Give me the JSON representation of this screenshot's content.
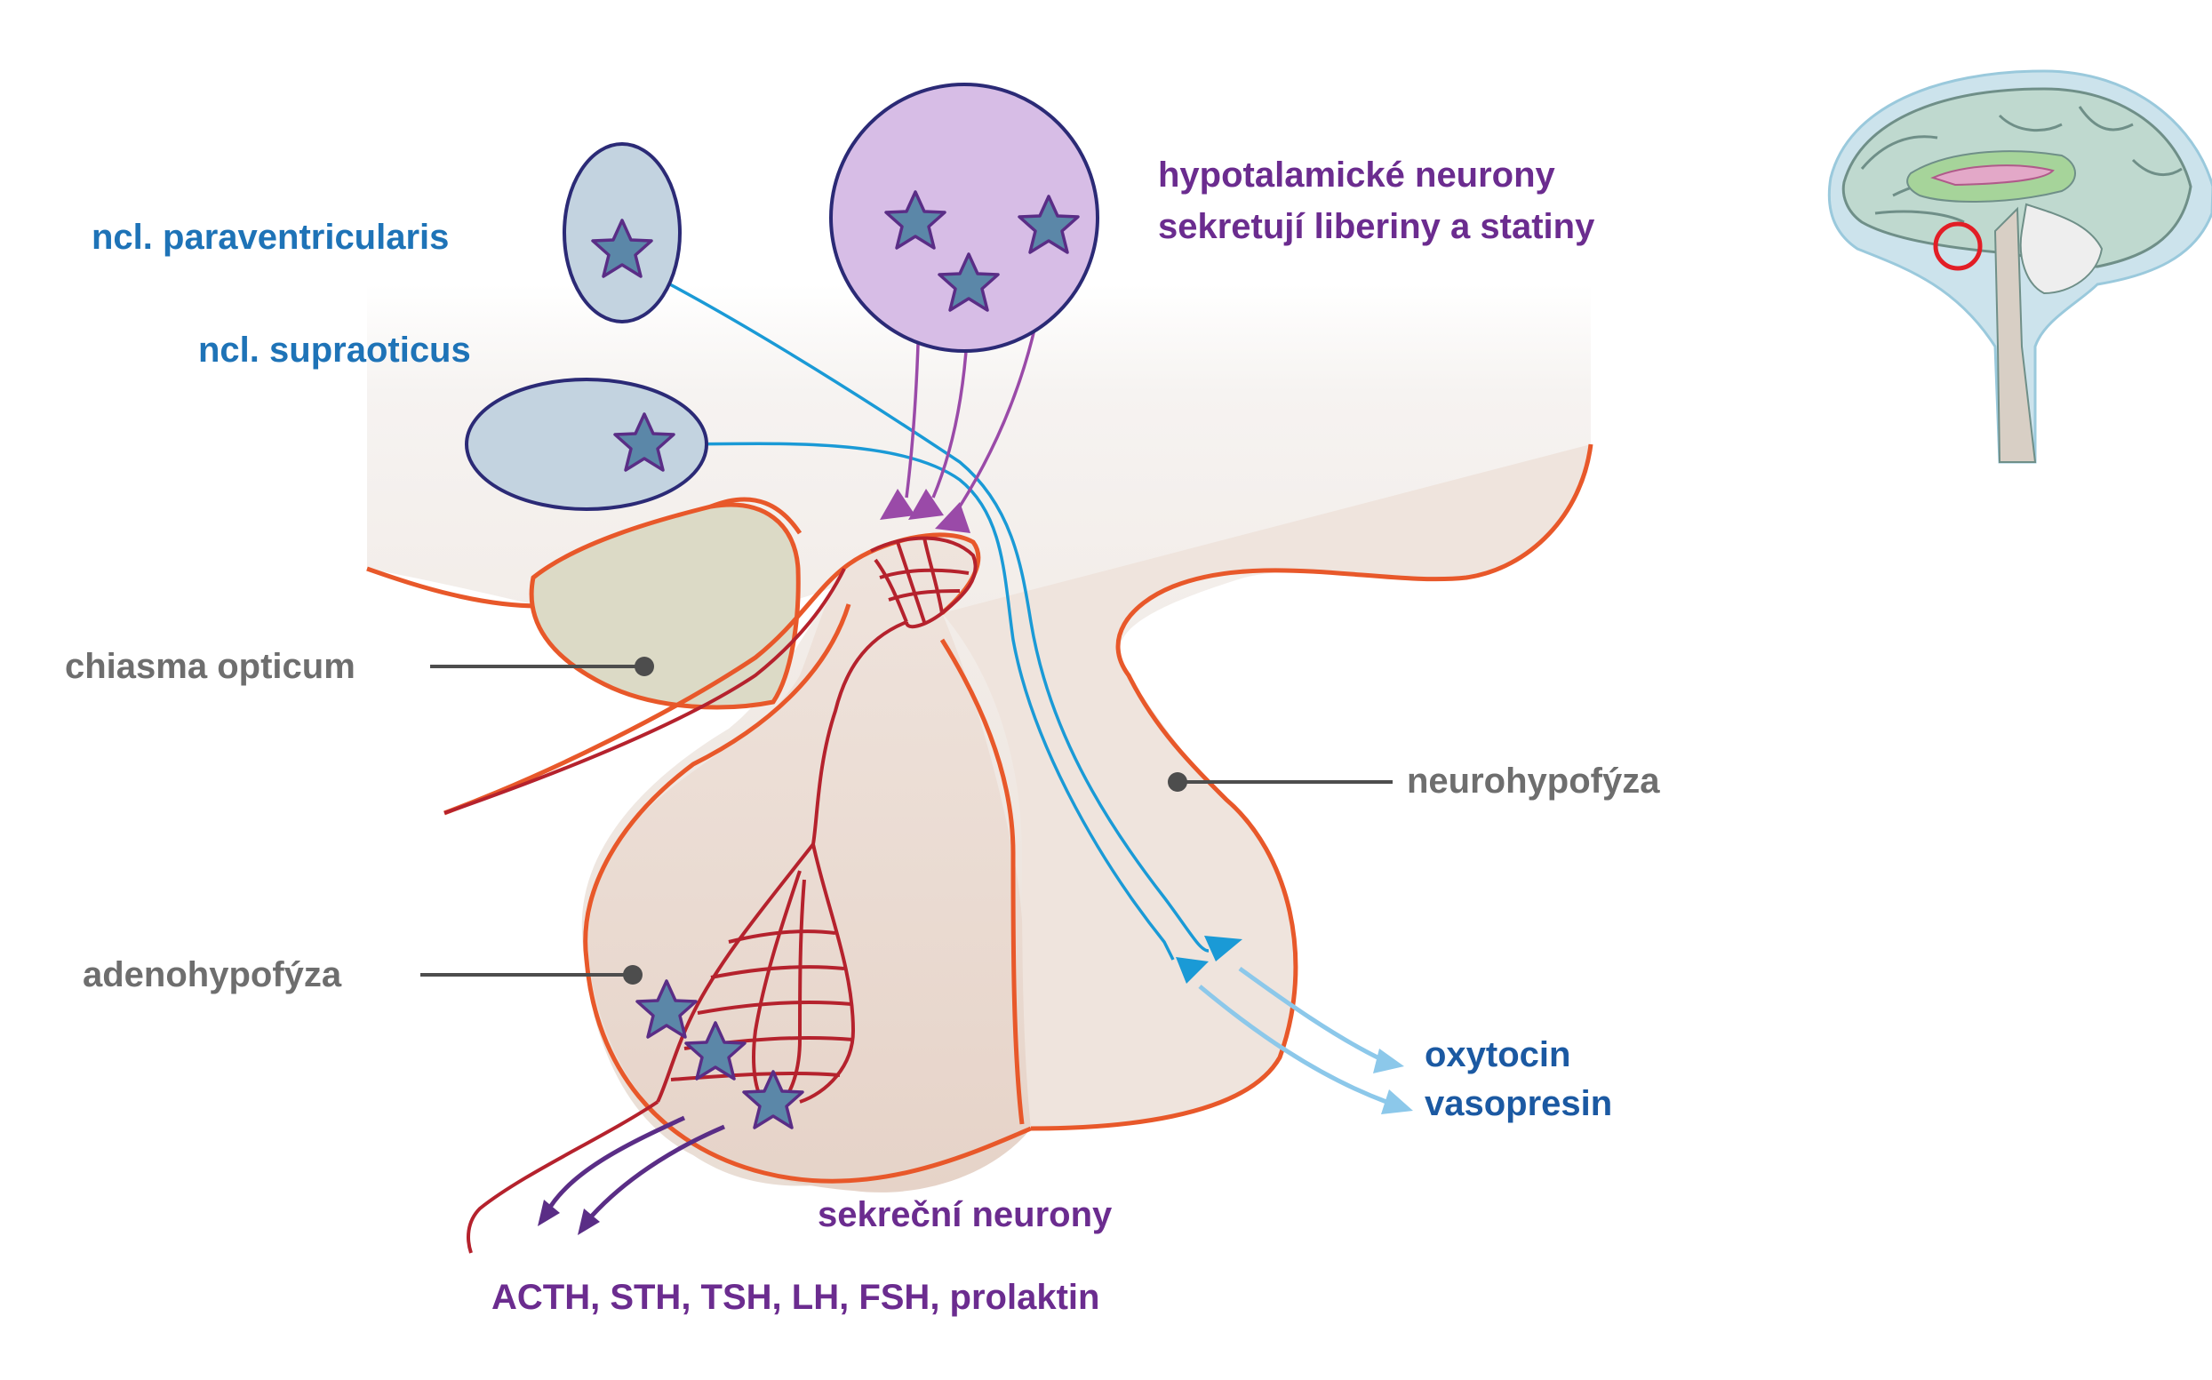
{
  "labels": {
    "paraventricularis": "ncl. paraventricularis",
    "supraoticus": "ncl. supraoticus",
    "hypothalamic_line1": "hypotalamické neurony",
    "hypothalamic_line2": "sekretují liberiny a statiny",
    "chiasma": "chiasma opticum",
    "neurohypophysis": "neurohypofýza",
    "adenohypophysis": "adenohypofýza",
    "oxytocin": "oxytocin",
    "vasopresin": "vasopresin",
    "secretory_neurons": "sekreční neurony",
    "hormones": "ACTH, STH, TSH, LH, FSH, prolaktin"
  },
  "icons": {
    "neuron": "star-icon",
    "inset": "brain-sagittal-icon",
    "highlight": "red-circle-marker"
  },
  "colors": {
    "blue_text": "#1e73b7",
    "purple_text": "#6b2c8f",
    "gray_text": "#6e6e6e",
    "navy_text": "#1b59a2",
    "gland_outline": "#e8582a",
    "capillary": "#b5222d",
    "star_fill": "#5b87a8",
    "star_stroke": "#5a2d86",
    "purple_nucleus": "#d7bde6",
    "blue_nucleus": "#c3d3e0",
    "axon_blue": "#1a9ad6",
    "light_blue": "#8cc8ea",
    "axon_purple": "#9a4aa8"
  }
}
